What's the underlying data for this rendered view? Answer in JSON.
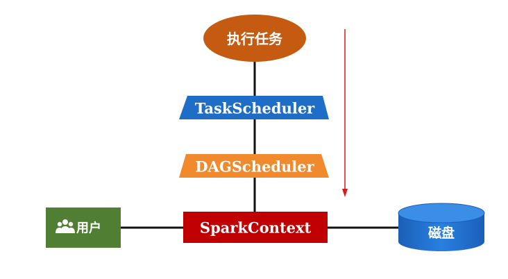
{
  "nodes": {
    "execute_task": {
      "label": "执行任务",
      "color": "#c55a11"
    },
    "task_scheduler": {
      "label": "TaskScheduler",
      "color": "#1e6ec8"
    },
    "dag_scheduler": {
      "label": "DAGScheduler",
      "color": "#f08a2c"
    },
    "spark_context": {
      "label": "SparkContext",
      "color": "#c00000"
    },
    "user": {
      "label": "用户",
      "color": "#507e32",
      "icon": "users-icon"
    },
    "disk": {
      "label": "磁盘",
      "color": "#1f6fd0"
    }
  },
  "colors": {
    "connector": "#111111",
    "flow_arrow": "#d81818"
  }
}
